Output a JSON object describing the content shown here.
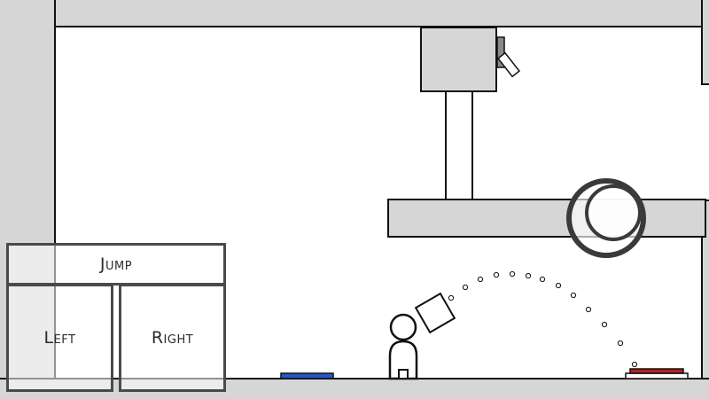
{
  "controls": {
    "jump_label": "Jump",
    "left_label": "Left",
    "right_label": "Right"
  },
  "colors": {
    "wall": "#d6d6d6",
    "outline": "#111111",
    "blue_pad": "#2a56c6",
    "red_button": "#b32222",
    "portal_ring": "#3a3a3a",
    "control_border": "#4a4a4a"
  },
  "scene": {
    "player": "stick-figure",
    "carried_object": "square-crate",
    "portal": "ring-portal",
    "trajectory": "dotted-arc"
  }
}
